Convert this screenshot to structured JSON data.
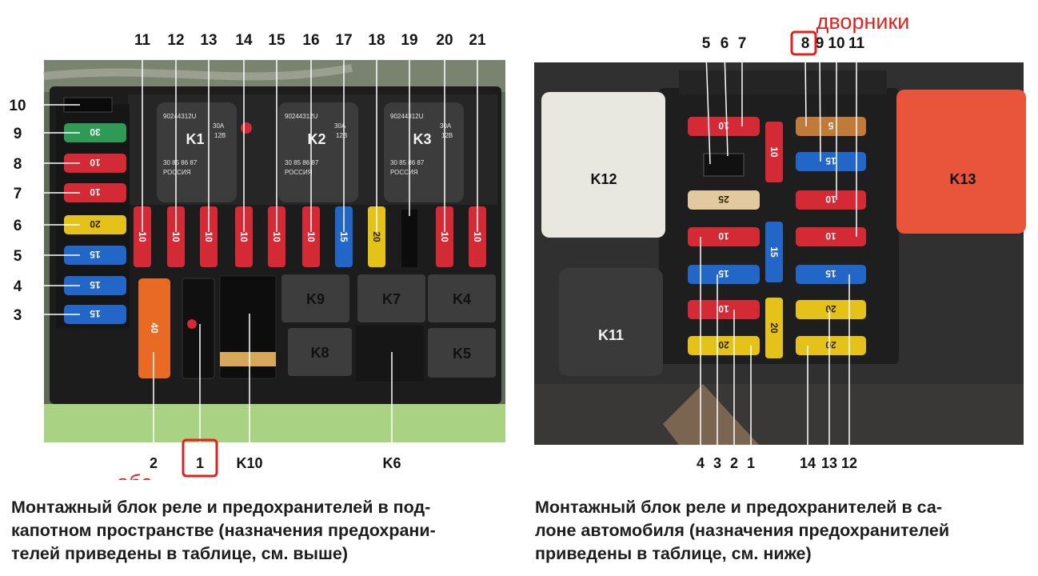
{
  "left": {
    "top_labels": [
      "11",
      "12",
      "13",
      "14",
      "15",
      "16",
      "17",
      "18",
      "19",
      "20",
      "21"
    ],
    "side_labels": [
      "10",
      "9",
      "8",
      "7",
      "6",
      "5",
      "4",
      "3"
    ],
    "bottom_labels": [
      "2",
      "1",
      "K10",
      "K6"
    ],
    "relays": [
      "K1",
      "K2",
      "K3",
      "K9",
      "K7",
      "K4",
      "K8",
      "K5"
    ],
    "relay_text": {
      "part": "90244312U",
      "rating": "30A",
      "volt": "12B",
      "pins": "30 85 86 87",
      "country": "РОССИЯ"
    },
    "side_fuse_values": [
      "30",
      "10",
      "10",
      "20",
      "15",
      "15",
      "15"
    ],
    "vertical_fuse_values": [
      "10",
      "10",
      "10",
      "10",
      "10",
      "10",
      "15",
      "20",
      "10",
      "10"
    ],
    "fuse_2_value": "40",
    "note": "абс",
    "caption_lines": [
      "Монтажный блок реле и предохранителей в под-",
      "капотном пространстве (назначения предохрани-",
      "телей приведены в таблице, см. выше)"
    ]
  },
  "right": {
    "top_labels": [
      "5",
      "6",
      "7",
      "8",
      "9",
      "10",
      "11"
    ],
    "bottom_labels": [
      "4",
      "3",
      "2",
      "1",
      "14",
      "13",
      "12"
    ],
    "relays": [
      "K12",
      "K13",
      "K11"
    ],
    "left_column_values": [
      "10",
      "25",
      "10",
      "15",
      "10",
      "20"
    ],
    "middle_column_values": [
      "10",
      "15",
      "20"
    ],
    "right_column_values": [
      "5",
      "15",
      "10",
      "10",
      "15",
      "20",
      "20"
    ],
    "note": "дворники",
    "caption_lines": [
      "Монтажный блок реле и предохранителей в са-",
      "лоне автомобиля (назначения предохранителей",
      "приведены в таблице, см. ниже)"
    ]
  },
  "colors": {
    "fuse_red": "#d42a35",
    "fuse_blue": "#2266c8",
    "fuse_yellow": "#e5c21a",
    "fuse_green": "#2f9a55",
    "fuse_beige": "#e3c9a0",
    "fuse_orange": "#e86a25",
    "relay_k13": "#e8553a",
    "relay_k12": "#e8e8e0",
    "box_black": "#1b1b1b",
    "highlight": "#e0211d"
  }
}
